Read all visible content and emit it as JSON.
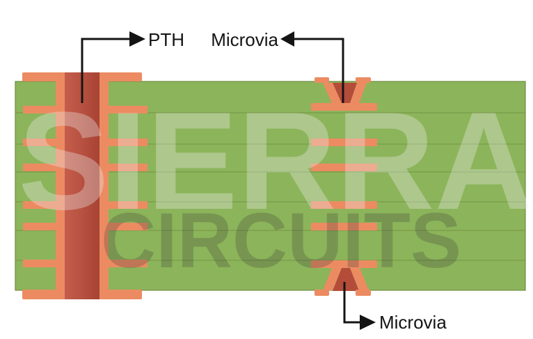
{
  "diagram": {
    "type": "pcb-cross-section",
    "labels": {
      "pth": "PTH",
      "microvia_top": "Microvia",
      "microvia_bottom": "Microvia"
    },
    "watermark": {
      "brand_line1": "SIERRA",
      "brand_line2": "CIRCUITS"
    },
    "board": {
      "dielectric_layers": 7,
      "inner_copper_boundaries": 6
    },
    "colors": {
      "background": "#ffffff",
      "board_green": "#8cb45a",
      "board_outline": "#6f8e44",
      "copper": "#ec8b62",
      "hole_light": "#c55e4c",
      "hole_dark": "#a84334",
      "hole_mid": "#b44c3a",
      "annotation": "#141414",
      "watermark_light": "rgba(236,236,236,0.34)",
      "watermark_dark": "rgba(55,55,55,0.25)"
    }
  }
}
